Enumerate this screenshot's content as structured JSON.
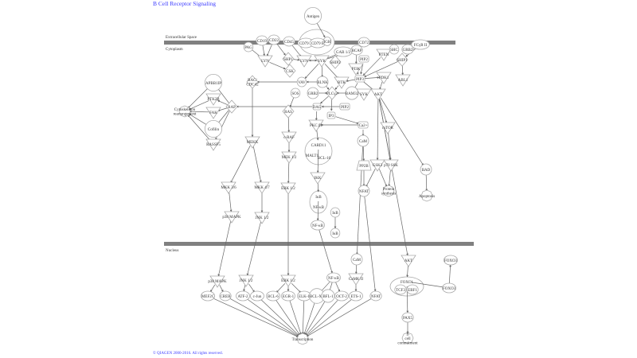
{
  "title": "B Cell Receptor Signaling",
  "footer": "© QIAGEN 2000-2016. All rights reserved.",
  "compartments": {
    "extracellular": "Extracellular Space",
    "cytoplasm": "Cytoplasm",
    "nucleus": "Nucleus"
  },
  "colors": {
    "membrane": "#808080",
    "link": "#3b3bff",
    "node_stroke": "#aaaaaa",
    "edge": "#666666"
  },
  "nodes": [
    {
      "id": "antigen",
      "label": "Antigen",
      "shape": "circle"
    },
    {
      "id": "pag",
      "label": "PAG",
      "shape": "ellipse"
    },
    {
      "id": "cd19",
      "label": "CD19",
      "shape": "ellipse"
    },
    {
      "id": "cd22",
      "label": "CD22",
      "shape": "ellipse"
    },
    {
      "id": "cd45",
      "label": "CD45",
      "shape": "ellipse"
    },
    {
      "id": "cd79a",
      "label": "CD79 A",
      "shape": "ellipse"
    },
    {
      "id": "cd79b",
      "label": "CD79 B",
      "shape": "ellipse"
    },
    {
      "id": "igh",
      "label": "IGH",
      "shape": "ellipse"
    },
    {
      "id": "cd72",
      "label": "CD72",
      "shape": "ellipse"
    },
    {
      "id": "fcgr2b",
      "label": "FCγR II",
      "shape": "ellipse"
    },
    {
      "id": "lyn1",
      "label": "LYN",
      "shape": "triangle"
    },
    {
      "id": "shp1",
      "label": "SHP1",
      "shape": "diamond"
    },
    {
      "id": "lyn2",
      "label": "LYN",
      "shape": "triangle"
    },
    {
      "id": "syk",
      "label": "SYK",
      "shape": "triangle"
    },
    {
      "id": "ship2",
      "label": "SHIP2",
      "shape": "diamond"
    },
    {
      "id": "csk",
      "label": "CSK",
      "shape": "diamond"
    },
    {
      "id": "gab",
      "label": "GAB 1/2",
      "shape": "ellipse"
    },
    {
      "id": "bcap",
      "label": "BCAP",
      "shape": "ellipse"
    },
    {
      "id": "pip2a",
      "label": "PIP2",
      "shape": "rect"
    },
    {
      "id": "pi3k",
      "label": "PI3K",
      "shape": "triangle"
    },
    {
      "id": "pten",
      "label": "PTEN",
      "shape": "triangle"
    },
    {
      "id": "shc",
      "label": "SHC",
      "shape": "ellipse"
    },
    {
      "id": "grb2a",
      "label": "GRB2",
      "shape": "ellipse"
    },
    {
      "id": "ship1",
      "label": "SHIP1",
      "shape": "diamond"
    },
    {
      "id": "abl1",
      "label": "ABL1",
      "shape": "triangle"
    },
    {
      "id": "rac",
      "label": "RAC/ CDC42",
      "shape": "diamond"
    },
    {
      "id": "vav",
      "label": "VAV",
      "shape": "ellipse"
    },
    {
      "id": "blnk",
      "label": "BLNK",
      "shape": "circle"
    },
    {
      "id": "btk",
      "label": "BTK",
      "shape": "triangle"
    },
    {
      "id": "pip3",
      "label": "PIP3",
      "shape": "rect"
    },
    {
      "id": "pdk1",
      "label": "PDK1",
      "shape": "triangle"
    },
    {
      "id": "sos",
      "label": "SOS",
      "shape": "ellipse"
    },
    {
      "id": "grb2b",
      "label": "GRB2",
      "shape": "circle"
    },
    {
      "id": "plcg2",
      "label": "PLCγ2",
      "shape": "diamond"
    },
    {
      "id": "bam32",
      "label": "BAM32",
      "shape": "circle"
    },
    {
      "id": "syk2",
      "label": "SYK",
      "shape": "triangle"
    },
    {
      "id": "akt",
      "label": "AKT",
      "shape": "triangle"
    },
    {
      "id": "apbb1ip",
      "label": "APBB1IP",
      "shape": "circle"
    },
    {
      "id": "ptk2b",
      "label": "PTK2B",
      "shape": "triangle"
    },
    {
      "id": "cyto",
      "label": "Cytoskeleton rearrangement",
      "shape": "process"
    },
    {
      "id": "fak",
      "label": "FAK",
      "shape": "triangle"
    },
    {
      "id": "rap",
      "label": "RAP",
      "shape": "diamond"
    },
    {
      "id": "cofilin",
      "label": "Cofilin",
      "shape": "circle"
    },
    {
      "id": "rassf5",
      "label": "RASSF5",
      "shape": "triangle"
    },
    {
      "id": "dag",
      "label": "DAG",
      "shape": "rect"
    },
    {
      "id": "pip2b",
      "label": "PIP2",
      "shape": "rect"
    },
    {
      "id": "ip3",
      "label": "IP3",
      "shape": "rect"
    },
    {
      "id": "ras",
      "label": "RAS",
      "shape": "diamond"
    },
    {
      "id": "ca",
      "label": "Ca2+",
      "shape": "rect"
    },
    {
      "id": "pkc",
      "label": "PKC β1",
      "shape": "triangle"
    },
    {
      "id": "craf",
      "label": "c-RAF",
      "shape": "triangle"
    },
    {
      "id": "cam1",
      "label": "CaM",
      "shape": "circle"
    },
    {
      "id": "card11",
      "label": "CARD11",
      "shape": "none"
    },
    {
      "id": "malt1",
      "label": "MALT1",
      "shape": "none"
    },
    {
      "id": "bcl10",
      "label": "BCL-10",
      "shape": "none"
    },
    {
      "id": "mek12",
      "label": "MEK 1/2",
      "shape": "triangle"
    },
    {
      "id": "mtor",
      "label": "mTOR",
      "shape": "triangle"
    },
    {
      "id": "bad",
      "label": "BAD",
      "shape": "circle"
    },
    {
      "id": "apoptosis",
      "label": "Apoptosis",
      "shape": "process"
    },
    {
      "id": "mkk",
      "label": "MEKK",
      "shape": "triangle"
    },
    {
      "id": "pp2b",
      "label": "PP2B",
      "shape": "trap"
    },
    {
      "id": "gsk3",
      "label": "GSK3",
      "shape": "triangle"
    },
    {
      "id": "p70",
      "label": "p70 S6K",
      "shape": "triangle"
    },
    {
      "id": "nfat1",
      "label": "NFAT",
      "shape": "circle"
    },
    {
      "id": "protsyn",
      "label": "Protein synthesis",
      "shape": "process"
    },
    {
      "id": "ikk",
      "label": "IKK",
      "shape": "triangle"
    },
    {
      "id": "ikb_nfkb",
      "label": "IκB",
      "shape": "none"
    },
    {
      "id": "nfkb_c",
      "label": "NF-κB",
      "shape": "none"
    },
    {
      "id": "mkk36",
      "label": "MKK 3/6",
      "shape": "triangle"
    },
    {
      "id": "mkk47",
      "label": "MKK 4/7",
      "shape": "triangle"
    },
    {
      "id": "erk12a",
      "label": "ERK 1/2",
      "shape": "triangle"
    },
    {
      "id": "p38a",
      "label": "p38 MAPK",
      "shape": "triangle"
    },
    {
      "id": "jnk12a",
      "label": "JNK 1/2",
      "shape": "triangle"
    },
    {
      "id": "ikb2",
      "label": "IκB",
      "shape": "ellipse"
    },
    {
      "id": "nfkb2",
      "label": "NF-κB",
      "shape": "ellipse"
    },
    {
      "id": "ikb3",
      "label": "IκB",
      "shape": "ellipse"
    },
    {
      "id": "foxo3a",
      "label": "FOXO3",
      "shape": "ellipse"
    },
    {
      "id": "cam2",
      "label": "CaM",
      "shape": "circle"
    },
    {
      "id": "akt2",
      "label": "AKT",
      "shape": "triangle"
    },
    {
      "id": "p38b",
      "label": "p38 MAPK",
      "shape": "triangle"
    },
    {
      "id": "jnk12b",
      "label": "JNK 1/2",
      "shape": "triangle"
    },
    {
      "id": "erk12b",
      "label": "ERK 1/2",
      "shape": "triangle"
    },
    {
      "id": "nfkb3",
      "label": "NF-κB",
      "shape": "ellipse"
    },
    {
      "id": "camk",
      "label": "CaMK II",
      "shape": "triangle"
    },
    {
      "id": "foxo1",
      "label": "FOXO1",
      "shape": "none"
    },
    {
      "id": "tcf3",
      "label": "TCF3",
      "shape": "ellipse"
    },
    {
      "id": "ebf1",
      "label": "EBF1",
      "shape": "ellipse"
    },
    {
      "id": "foxo3b",
      "label": "FOXO3",
      "shape": "ellipse"
    },
    {
      "id": "mef2c",
      "label": "MEF2C",
      "shape": "ellipse"
    },
    {
      "id": "creb",
      "label": "CREB",
      "shape": "ellipse"
    },
    {
      "id": "atf2",
      "label": "ATF-2",
      "shape": "ellipse"
    },
    {
      "id": "cjun",
      "label": "c-Jun",
      "shape": "ellipse"
    },
    {
      "id": "bcl6",
      "label": "BCL-6",
      "shape": "ellipse"
    },
    {
      "id": "egr1",
      "label": "EGR-1",
      "shape": "ellipse"
    },
    {
      "id": "elk1",
      "label": "ELK-1",
      "shape": "ellipse"
    },
    {
      "id": "bclxl",
      "label": "BCL-XL",
      "shape": "circle"
    },
    {
      "id": "bfl1",
      "label": "BFL-1",
      "shape": "circle"
    },
    {
      "id": "oct2",
      "label": "OCT-2",
      "shape": "ellipse"
    },
    {
      "id": "ets1",
      "label": "ETS-1",
      "shape": "ellipse"
    },
    {
      "id": "nfat2",
      "label": "NFAT",
      "shape": "ellipse"
    },
    {
      "id": "transcription",
      "label": "Transcription",
      "shape": "process"
    },
    {
      "id": "pax5",
      "label": "PAX5",
      "shape": "ellipse"
    },
    {
      "id": "bcellcommit",
      "label": "B cell commitment",
      "shape": "process"
    }
  ],
  "edges": [
    [
      "antigen",
      "igh"
    ],
    [
      "cd19",
      "lyn1"
    ],
    [
      "cd22",
      "lyn1"
    ],
    [
      "pag",
      "lyn1"
    ],
    [
      "cd22",
      "shp1"
    ],
    [
      "cd45",
      "lyn2"
    ],
    [
      "lyn1",
      "csk"
    ],
    [
      "shp1",
      "lyn2"
    ],
    [
      "lyn2",
      "syk"
    ],
    [
      "syk",
      "lyn2"
    ],
    [
      "syk",
      "gab"
    ],
    [
      "syk",
      "bcap"
    ],
    [
      "syk",
      "vav"
    ],
    [
      "syk",
      "blnk"
    ],
    [
      "syk",
      "btk"
    ],
    [
      "bcap",
      "pi3k"
    ],
    [
      "pip2a",
      "pip3"
    ],
    [
      "pi3k",
      "pip3"
    ],
    [
      "pten",
      "pip3"
    ],
    [
      "ship1",
      "pip3"
    ],
    [
      "fcgr2b",
      "ship1"
    ],
    [
      "ship1",
      "abl1"
    ],
    [
      "pip3",
      "btk"
    ],
    [
      "pip3",
      "pdk1"
    ],
    [
      "pip3",
      "akt"
    ],
    [
      "pip3",
      "bam32"
    ],
    [
      "pdk1",
      "akt"
    ],
    [
      "blnk",
      "vav"
    ],
    [
      "btk",
      "plcg2"
    ],
    [
      "blnk",
      "plcg2"
    ],
    [
      "vav",
      "rac"
    ],
    [
      "grb2b",
      "plcg2"
    ],
    [
      "bam32",
      "plcg2"
    ],
    [
      "plcg2",
      "dag"
    ],
    [
      "plcg2",
      "ip3"
    ],
    [
      "dag",
      "rap"
    ],
    [
      "pip2b",
      "dag"
    ],
    [
      "sos",
      "ras"
    ],
    [
      "rap",
      "apbb1ip"
    ],
    [
      "rap",
      "ptk2b"
    ],
    [
      "rap",
      "fak"
    ],
    [
      "rap",
      "cofilin"
    ],
    [
      "rap",
      "rassf5"
    ],
    [
      "apbb1ip",
      "cyto"
    ],
    [
      "ptk2b",
      "cyto"
    ],
    [
      "fak",
      "cyto"
    ],
    [
      "cofilin",
      "cyto"
    ],
    [
      "rassf5",
      "cyto"
    ],
    [
      "dag",
      "pkc"
    ],
    [
      "ip3",
      "ca"
    ],
    [
      "ca",
      "pkc"
    ],
    [
      "ca",
      "cam1"
    ],
    [
      "ras",
      "craf"
    ],
    [
      "craf",
      "mek12"
    ],
    [
      "mek12",
      "erk12a"
    ],
    [
      "rac",
      "mkk"
    ],
    [
      "mkk",
      "mkk36"
    ],
    [
      "mkk",
      "mkk47"
    ],
    [
      "mkk36",
      "p38a"
    ],
    [
      "mkk47",
      "jnk12a"
    ],
    [
      "pkc",
      "card11"
    ],
    [
      "card11",
      "ikk"
    ],
    [
      "ikk",
      "ikb_nfkb"
    ],
    [
      "ikb_nfkb",
      "nfkb2"
    ],
    [
      "ikb2",
      "ikb3"
    ],
    [
      "cam1",
      "pp2b"
    ],
    [
      "pp2b",
      "nfat1"
    ],
    [
      "akt",
      "mtor"
    ],
    [
      "akt",
      "gsk3"
    ],
    [
      "akt",
      "p70"
    ],
    [
      "akt",
      "bad"
    ],
    [
      "mtor",
      "p70"
    ],
    [
      "gsk3",
      "protsyn"
    ],
    [
      "p70",
      "protsyn"
    ],
    [
      "gsk3",
      "nfat1"
    ],
    [
      "bad",
      "apoptosis"
    ],
    [
      "p38a",
      "p38b"
    ],
    [
      "jnk12a",
      "jnk12b"
    ],
    [
      "erk12a",
      "erk12b"
    ],
    [
      "nfkb2",
      "nfkb3"
    ],
    [
      "cam1",
      "cam2"
    ],
    [
      "nfat1",
      "nfat2"
    ],
    [
      "akt",
      "akt2"
    ],
    [
      "foxo3b",
      "foxo3a"
    ],
    [
      "cam2",
      "camk"
    ],
    [
      "camk",
      "ets1"
    ],
    [
      "p38b",
      "mef2c"
    ],
    [
      "p38b",
      "creb"
    ],
    [
      "jnk12b",
      "atf2"
    ],
    [
      "jnk12b",
      "cjun"
    ],
    [
      "erk12b",
      "bcl6"
    ],
    [
      "erk12b",
      "egr1"
    ],
    [
      "erk12b",
      "elk1"
    ],
    [
      "nfkb3",
      "bclxl"
    ],
    [
      "nfkb3",
      "bfl1"
    ],
    [
      "nfkb3",
      "oct2"
    ],
    [
      "akt2",
      "foxo1"
    ],
    [
      "foxo1",
      "foxo3b"
    ],
    [
      "foxo1",
      "pax5"
    ],
    [
      "pax5",
      "bcellcommit"
    ],
    [
      "mef2c",
      "transcription"
    ],
    [
      "creb",
      "transcription"
    ],
    [
      "atf2",
      "transcription"
    ],
    [
      "cjun",
      "transcription"
    ],
    [
      "bcl6",
      "transcription"
    ],
    [
      "egr1",
      "transcription"
    ],
    [
      "elk1",
      "transcription"
    ],
    [
      "bclxl",
      "transcription"
    ],
    [
      "bfl1",
      "transcription"
    ],
    [
      "oct2",
      "transcription"
    ],
    [
      "ets1",
      "transcription"
    ],
    [
      "nfat2",
      "transcription"
    ]
  ]
}
